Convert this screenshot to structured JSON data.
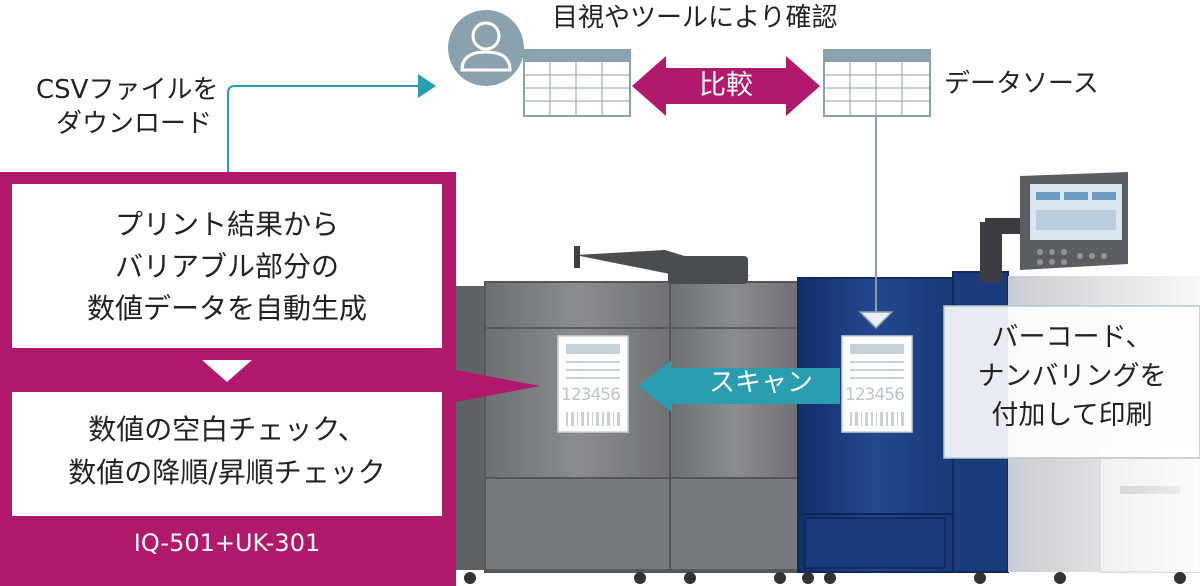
{
  "top_caption": "目視やツールにより確認",
  "compare_label": "比較",
  "data_source_label": "データソース",
  "csv_label": {
    "line1": "CSVファイルを",
    "line2": "ダウンロード"
  },
  "panel": {
    "box1": {
      "line1": "プリント結果から",
      "line2": "バリアブル部分の",
      "line3": "数値データを自動生成"
    },
    "box2": {
      "line1": "数値の空白チェック、",
      "line2": "数値の降順/昇順チェック"
    },
    "model": "IQ-501+UK-301"
  },
  "scan_label": "スキャン",
  "print_label": {
    "line1": "バーコード、",
    "line2": "ナンバリングを",
    "line3": "付加して印刷"
  },
  "sheet_number": "123456",
  "colors": {
    "magenta": "#b0196c",
    "teal": "#2a9db0",
    "navy": "#1f3f86",
    "gray": "#7c7f82"
  }
}
